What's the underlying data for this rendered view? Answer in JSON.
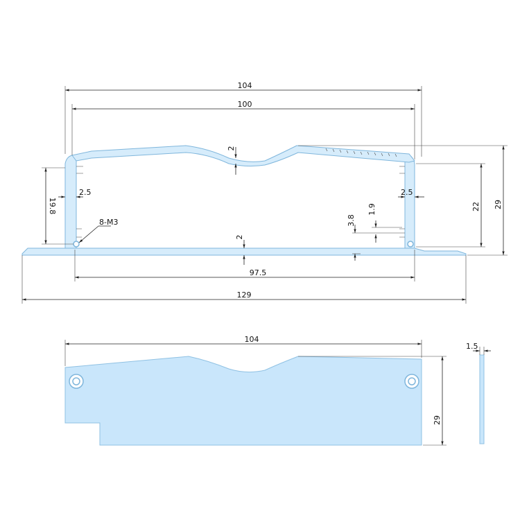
{
  "top_view": {
    "overall_width": "104",
    "inner_width": "100",
    "top_dip": "2",
    "left_wall": "2.5",
    "right_wall": "2.5",
    "left_height": "19.8",
    "screw_spec": "8-M3",
    "slot_gap_a": "3.8",
    "slot_gap_b": "1.9",
    "base_thickness": "2",
    "bottom_inner": "97.5",
    "flange_width": "129",
    "inner_height": "22",
    "outer_height": "29"
  },
  "end_plate": {
    "width": "104",
    "height": "29",
    "thickness": "1.5"
  }
}
